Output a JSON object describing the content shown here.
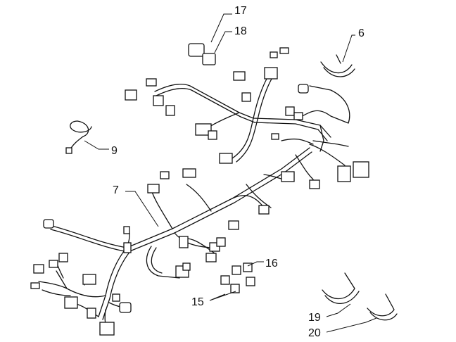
{
  "diagram": {
    "callouts": [
      {
        "id": "c17",
        "text": "17"
      },
      {
        "id": "c18",
        "text": "18"
      },
      {
        "id": "c6",
        "text": "6"
      },
      {
        "id": "c9",
        "text": "9"
      },
      {
        "id": "c7",
        "text": "7"
      },
      {
        "id": "c16",
        "text": "16"
      },
      {
        "id": "c15",
        "text": "15"
      },
      {
        "id": "c19",
        "text": "19"
      },
      {
        "id": "c20",
        "text": "20"
      }
    ]
  }
}
